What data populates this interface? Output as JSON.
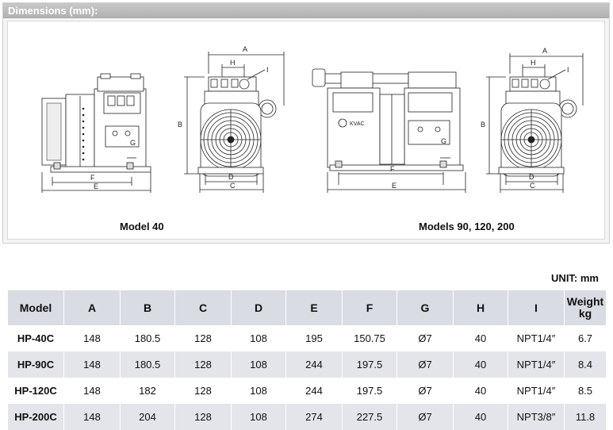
{
  "header": {
    "title": "Dimensions (mm):"
  },
  "captions": {
    "model40": "Model 40",
    "models_big": "Models 90, 120,  200"
  },
  "dim_labels": {
    "A": "A",
    "B": "B",
    "C": "C",
    "D": "D",
    "E": "E",
    "F": "F",
    "G": "G",
    "H": "H",
    "I": "I"
  },
  "brand": "KVAC",
  "unit": "UNIT: mm",
  "table": {
    "headers": [
      "Model",
      "A",
      "B",
      "C",
      "D",
      "E",
      "F",
      "G",
      "H",
      "I"
    ],
    "weight_header": [
      "Weight",
      "kg"
    ],
    "rows": [
      [
        "HP-40C",
        "148",
        "180.5",
        "128",
        "108",
        "195",
        "150.75",
        "Ø7",
        "40",
        "NPT1/4″",
        "6.7"
      ],
      [
        "HP-90C",
        "148",
        "180.5",
        "128",
        "108",
        "244",
        "197.5",
        "Ø7",
        "40",
        "NPT1/4″",
        "8.4"
      ],
      [
        "HP-120C",
        "148",
        "182",
        "128",
        "108",
        "244",
        "197.5",
        "Ø7",
        "40",
        "NPT1/4″",
        "8.5"
      ],
      [
        "HP-200C",
        "148",
        "204",
        "128",
        "108",
        "274",
        "227.5",
        "Ø7",
        "40",
        "NPT3/8″",
        "11.8"
      ]
    ]
  }
}
